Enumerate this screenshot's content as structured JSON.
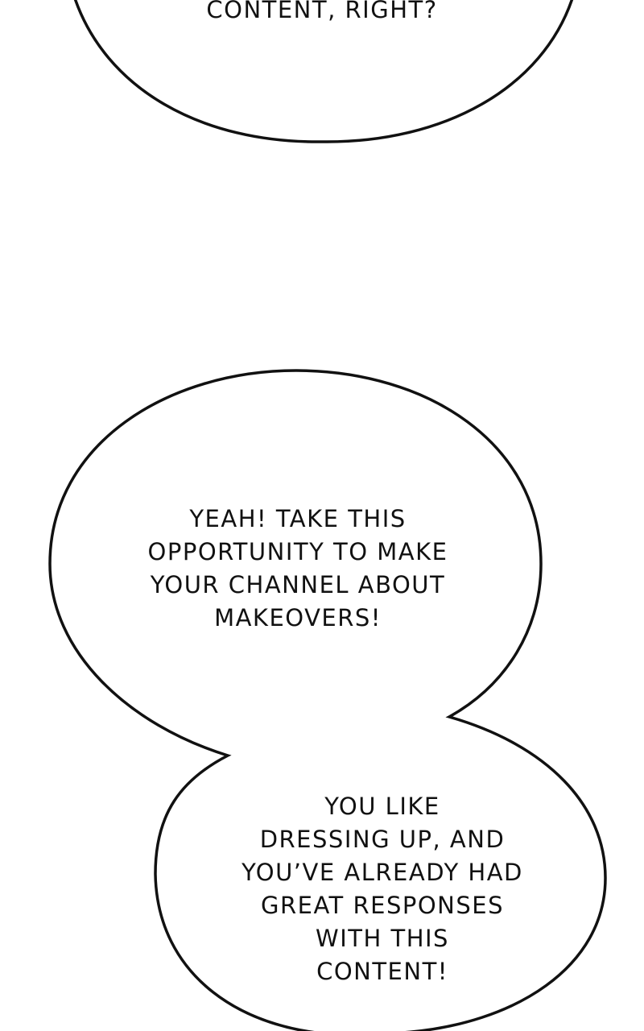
{
  "colors": {
    "background": "#ffffff",
    "balloon_fill": "#ffffff",
    "balloon_outline": "#111111",
    "text": "#111111"
  },
  "balloons": [
    {
      "id": "top",
      "lines": [
        "CONTENT, RIGHT?"
      ]
    },
    {
      "id": "middle",
      "lines": [
        "YEAH! TAKE THIS",
        "OPPORTUNITY TO MAKE",
        "YOUR CHANNEL ABOUT",
        "MAKEOVERS!"
      ]
    },
    {
      "id": "bottom",
      "lines": [
        "YOU LIKE",
        "DRESSING UP, AND",
        "YOU’VE ALREADY HAD",
        "GREAT RESPONSES",
        "WITH THIS",
        "CONTENT!"
      ]
    }
  ]
}
